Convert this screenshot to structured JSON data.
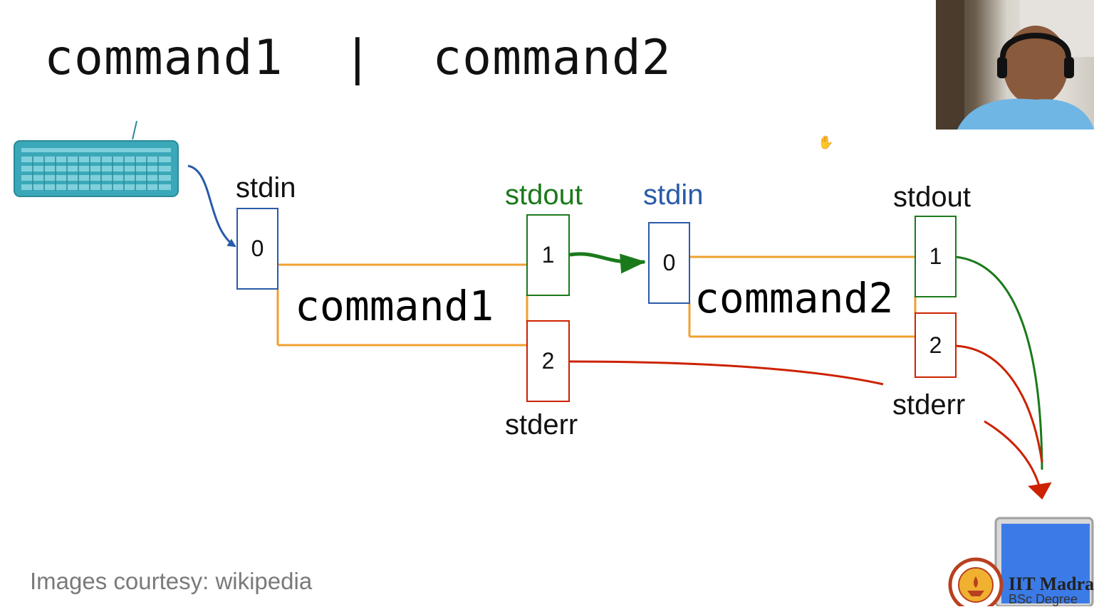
{
  "title": "command1  |  command2",
  "diagram": {
    "command1": {
      "name": "command1",
      "stdin_label": "stdin",
      "stdin_fd": "0",
      "stdout_label": "stdout",
      "stdout_fd": "1",
      "stderr_label": "stderr",
      "stderr_fd": "2"
    },
    "command2": {
      "name": "command2",
      "stdin_label": "stdin",
      "stdin_fd": "0",
      "stdout_label": "stdout",
      "stdout_fd": "1",
      "stderr_label": "stderr",
      "stderr_fd": "2"
    },
    "colors": {
      "stdin": "#2a5ba8",
      "stdout": "#1a7a1a",
      "stderr": "#cc2200",
      "process": "#f0a030",
      "keyboard": "#3aa8b8",
      "monitor": "#3b7be8"
    }
  },
  "footer": "Images courtesy: wikipedia",
  "branding": {
    "institute": "IIT Madra",
    "program": "BSc Degree"
  }
}
